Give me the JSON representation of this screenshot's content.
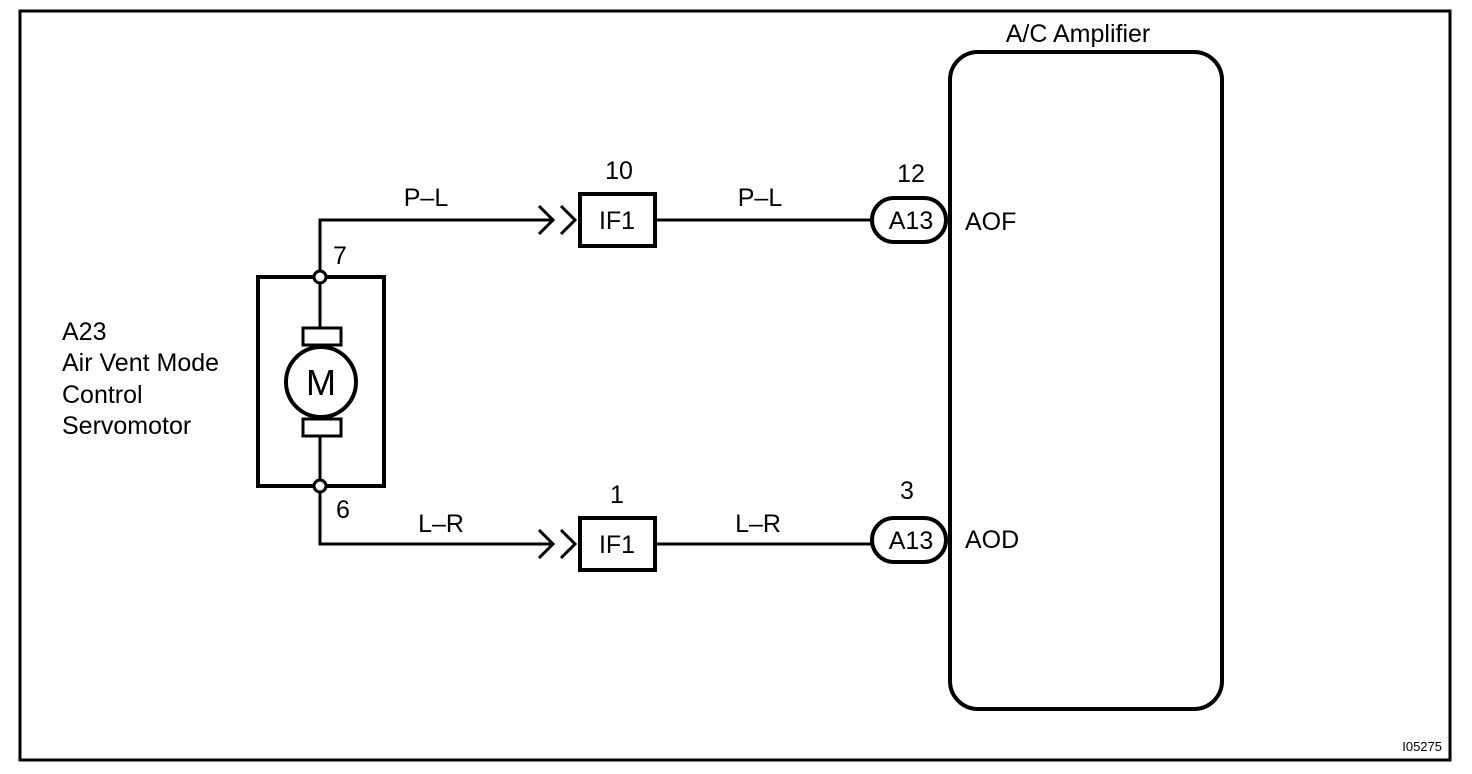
{
  "diagram": {
    "amplifier": {
      "title": "A/C Amplifier",
      "pin_aof": "AOF",
      "pin_aod": "AOD"
    },
    "servomotor": {
      "code": "A23",
      "name_line1": "Air Vent Mode",
      "name_line2": "Control",
      "name_line3": "Servomotor",
      "symbol": "M",
      "terminal_top": "7",
      "terminal_bottom": "6"
    },
    "upper_circuit": {
      "wire_color_left": "P–L",
      "wire_color_right": "P–L",
      "junction_label": "IF1",
      "junction_pin": "10",
      "connector_label": "A13",
      "connector_pin": "12"
    },
    "lower_circuit": {
      "wire_color_left": "L–R",
      "wire_color_right": "L–R",
      "junction_label": "IF1",
      "junction_pin": "1",
      "connector_label": "A13",
      "connector_pin": "3"
    },
    "figure_id": "I05275"
  }
}
